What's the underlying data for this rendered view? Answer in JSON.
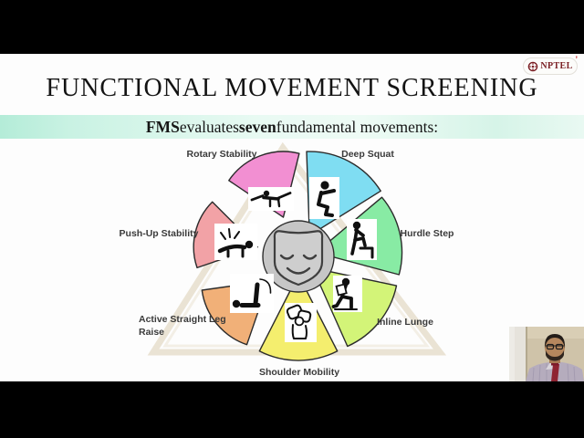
{
  "logo": {
    "text": "NPTEL",
    "icon": "nptel-emblem-icon",
    "color": "#7B1F24"
  },
  "slide": {
    "title": "FUNCTIONAL MOVEMENT SCREENING",
    "subtitle_parts": [
      {
        "text": "FMS",
        "bold": true
      },
      {
        "text": " evaluates ",
        "bold": false
      },
      {
        "text": "seven",
        "bold": true
      },
      {
        "text": " fundamental movements:",
        "bold": false
      }
    ],
    "subtitle_band_color": "#BFEFDF"
  },
  "diagram": {
    "type": "seven-segment-wheel",
    "center_icon": "theater-mask-smile-icon",
    "center_color": "#C6C6C6",
    "segments": [
      {
        "id": "deep_squat",
        "label": "Deep Squat",
        "color": "#7FDDF2",
        "icon": "deep-squat-figure-icon"
      },
      {
        "id": "hurdle_step",
        "label": "Hurdle Step",
        "color": "#88EBA4",
        "icon": "hurdle-step-figure-icon"
      },
      {
        "id": "inline_lunge",
        "label": "Inline Lunge",
        "color": "#D3F478",
        "icon": "inline-lunge-figure-icon"
      },
      {
        "id": "shoulder_mobility",
        "label": "Shoulder Mobility",
        "color": "#F4EE6E",
        "icon": "shoulder-mobility-fists-icon"
      },
      {
        "id": "active_slr",
        "label": "Active Straight Leg Raise",
        "color": "#F1B078",
        "icon": "leg-raise-figure-icon"
      },
      {
        "id": "push_up",
        "label": "Push-Up Stability",
        "color": "#F2A2A6",
        "icon": "push-up-figure-icon"
      },
      {
        "id": "rotary",
        "label": "Rotary Stability",
        "color": "#F28FD2",
        "icon": "rotary-balance-figure-icon"
      }
    ]
  }
}
